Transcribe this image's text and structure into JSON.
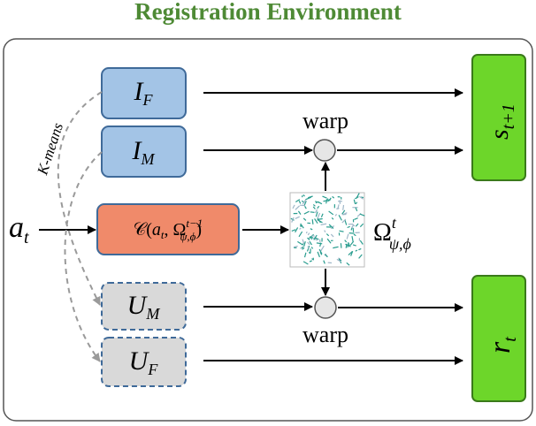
{
  "title": "Registration Environment",
  "nodes": {
    "i_f": {
      "base": "I",
      "sub": "F"
    },
    "i_m": {
      "base": "I",
      "sub": "M"
    },
    "u_m": {
      "base": "U",
      "sub": "M"
    },
    "u_f": {
      "base": "U",
      "sub": "F"
    },
    "a_t": {
      "base": "a",
      "sub": "t"
    },
    "c_op": {
      "base": "𝒞(",
      "arg": "a",
      "argsub": "t",
      "sep": ", Ω",
      "sup": "t−1",
      "sub2": "ψ,ϕ",
      "close": ")"
    },
    "omega": {
      "base": "Ω",
      "sup": "t",
      "sub": "ψ,ϕ"
    },
    "s_next": {
      "base": "s",
      "sub": "t+1"
    },
    "r_t": {
      "base": "r",
      "sub": "t"
    }
  },
  "labels": {
    "warp_top": "warp",
    "warp_bottom": "warp",
    "kmeans": "K-means"
  },
  "colors": {
    "title": "#4e8a35",
    "blue_fill": "#a3c4e6",
    "blue_stroke": "#3f6a99",
    "orange_fill": "#f08a6a",
    "gray_fill": "#d9d9d9",
    "green_fill": "#6dd62a",
    "green_stroke": "#3a7a1a",
    "circle_fill": "#e6e6e6",
    "dashed_arrow": "#9a9a9a",
    "field_color": "#2a9d8f"
  }
}
